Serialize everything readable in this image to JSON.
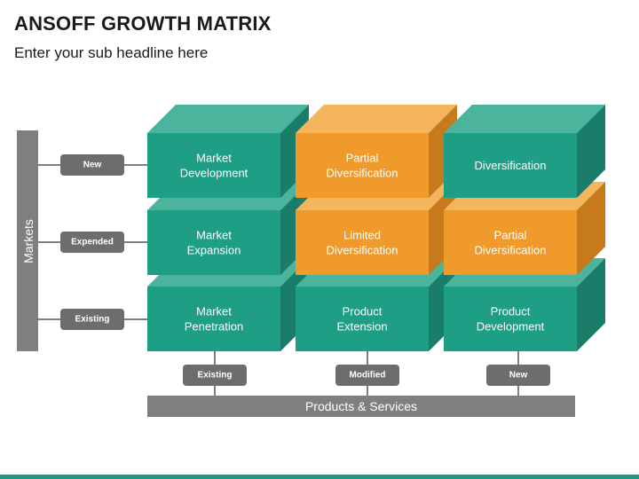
{
  "header": {
    "title": "ANSOFF GROWTH MATRIX",
    "subtitle": "Enter your sub headline here"
  },
  "axes": {
    "y_label": "Markets",
    "x_label": "Products & Services",
    "rows": [
      "New",
      "Expended",
      "Existing"
    ],
    "columns": [
      "Existing",
      "Modified",
      "New"
    ]
  },
  "cells": [
    [
      {
        "lines": [
          "Market",
          "Development"
        ],
        "color": "teal"
      },
      {
        "lines": [
          "Partial",
          "Diversification"
        ],
        "color": "orange"
      },
      {
        "lines": [
          "Diversification"
        ],
        "color": "teal"
      }
    ],
    [
      {
        "lines": [
          "Market",
          "Expansion"
        ],
        "color": "teal"
      },
      {
        "lines": [
          "Limited",
          "Diversification"
        ],
        "color": "orange"
      },
      {
        "lines": [
          "Partial",
          "Diversification"
        ],
        "color": "orange"
      }
    ],
    [
      {
        "lines": [
          "Market",
          "Penetration"
        ],
        "color": "teal"
      },
      {
        "lines": [
          "Product",
          "Extension"
        ],
        "color": "teal"
      },
      {
        "lines": [
          "Product",
          "Development"
        ],
        "color": "teal"
      }
    ]
  ],
  "colors": {
    "teal": {
      "front": "#1e9e85",
      "top": "#4ab59c",
      "side": "#197d69"
    },
    "orange": {
      "front": "#f09a2c",
      "top": "#f4b55d",
      "side": "#c67a1c"
    },
    "axis_gray": "#7f7f7f",
    "label_gray": "#6d6d6d",
    "accent_bar": "#1d9a81"
  }
}
